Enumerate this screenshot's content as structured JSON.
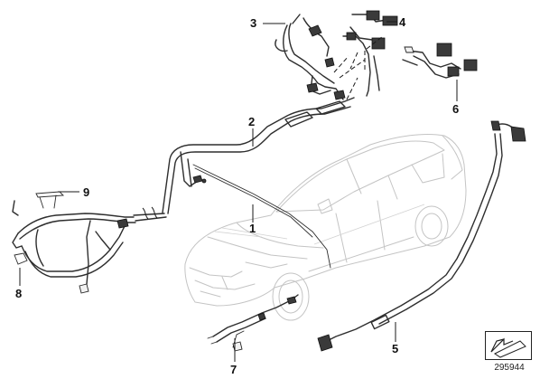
{
  "diagram": {
    "callouts": [
      {
        "id": "label-1",
        "text": "1"
      },
      {
        "id": "label-2",
        "text": "2"
      },
      {
        "id": "label-3",
        "text": "3"
      },
      {
        "id": "label-4",
        "text": "4"
      },
      {
        "id": "label-5",
        "text": "5"
      },
      {
        "id": "label-6",
        "text": "6"
      },
      {
        "id": "label-7",
        "text": "7"
      },
      {
        "id": "label-8",
        "text": "8"
      },
      {
        "id": "label-9",
        "text": "9"
      }
    ],
    "reference_number": "295944",
    "icons": {
      "reference_box": "arrow-sheet-icon"
    }
  }
}
